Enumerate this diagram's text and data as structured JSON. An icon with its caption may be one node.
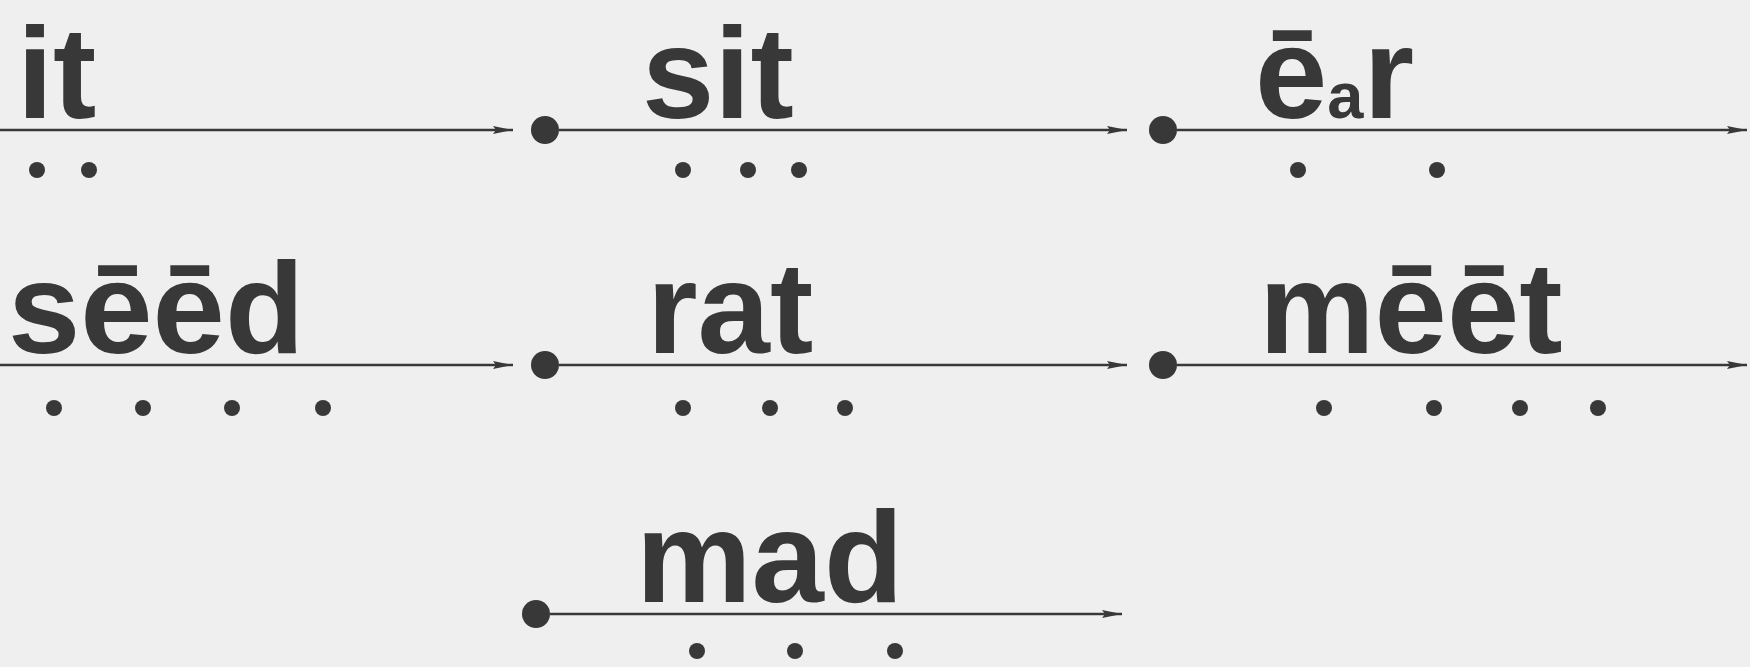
{
  "diagram": {
    "labels": [
      "it",
      "sit",
      "ē$_{a}$r",
      "sēēd",
      "rat",
      "mēēt",
      "mad"
    ]
  }
}
